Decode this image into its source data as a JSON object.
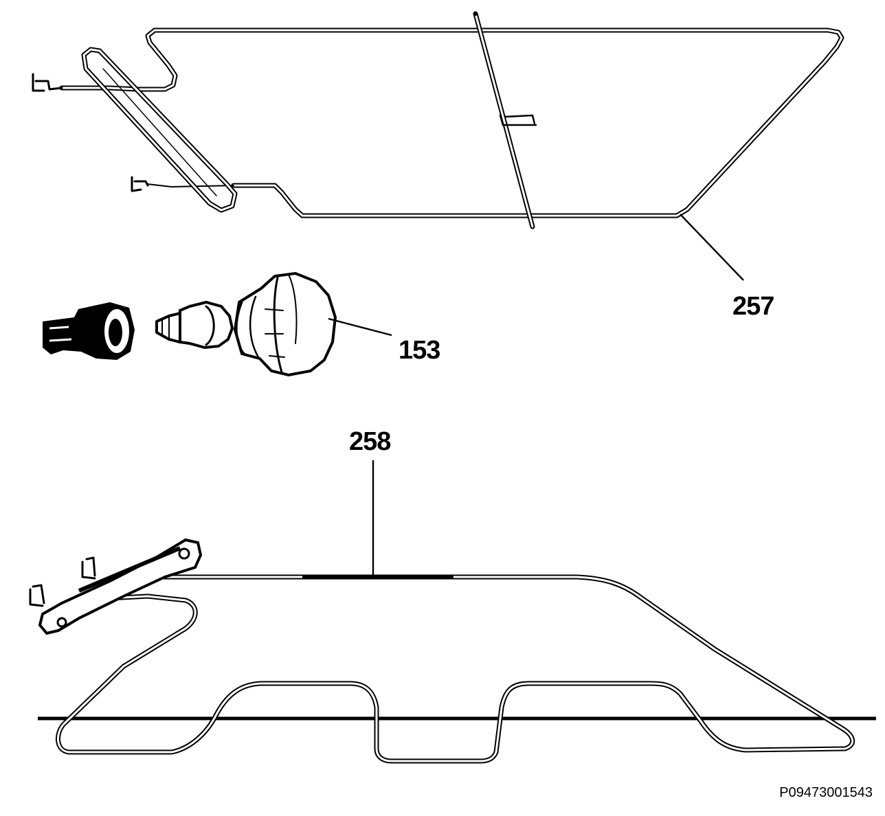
{
  "callouts": {
    "c257": "257",
    "c153": "153",
    "c258": "258"
  },
  "drawing_code": "P09473001543",
  "parts": [
    {
      "ref": "257",
      "name": "upper-heating-element"
    },
    {
      "ref": "153",
      "name": "oven-lamp-assembly"
    },
    {
      "ref": "258",
      "name": "lower-heating-element"
    }
  ],
  "colors": {
    "ink": "#000000",
    "paper": "#ffffff"
  }
}
